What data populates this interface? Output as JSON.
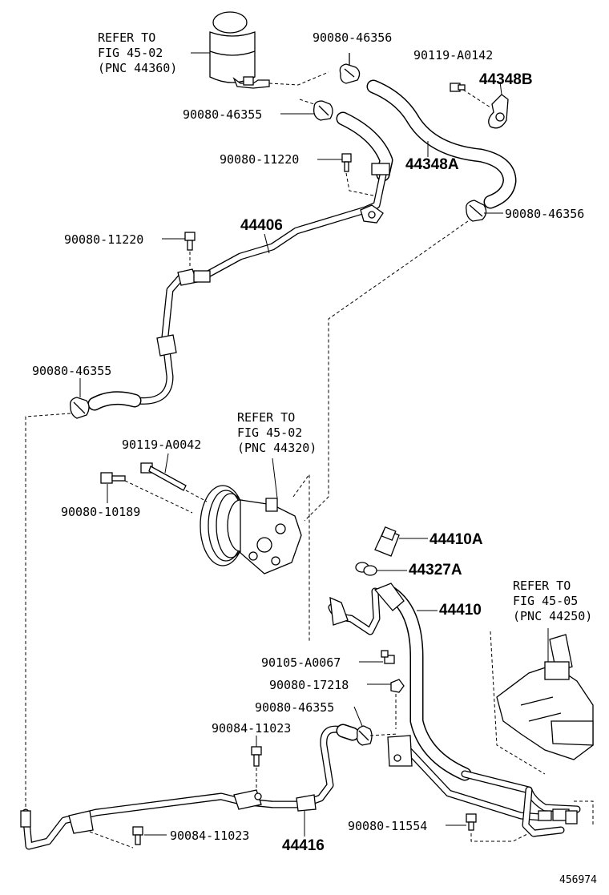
{
  "diagram_id": "456974",
  "labels": {
    "ref_reservoir": [
      "REFER TO",
      "FIG 45-02",
      "(PNC 44360)"
    ],
    "ref_pump": [
      "REFER TO",
      "FIG 45-02",
      "(PNC 44320)"
    ],
    "ref_gear": [
      "REFER TO",
      "FIG 45-05",
      "(PNC 44250)"
    ],
    "clamp_top": "90080-46356",
    "bolt_bracket": "90119-A0142",
    "bracket_b": "44348B",
    "clamp_reservoir": "90080-46355",
    "bolt_pipe_upper": "90080-11220",
    "hose_return_a": "44348A",
    "clamp_right": "90080-46356",
    "return_tube": "44406",
    "bolt_pipe_left": "90080-11220",
    "clamp_left": "90080-46355",
    "bolt_pump_long": "90119-A0042",
    "bolt_pump_short": "90080-10189",
    "union_bolt": "44410A",
    "gasket": "44327A",
    "pressure_hose": "44410",
    "bolt_hose": "90105-A0067",
    "nut": "90080-17218",
    "clamp_lower": "90080-46355",
    "bolt_lower_upper": "90084-11023",
    "bolt_lower_left": "90084-11023",
    "return_tube_lower": "44416",
    "bolt_lower_right": "90080-11554"
  }
}
